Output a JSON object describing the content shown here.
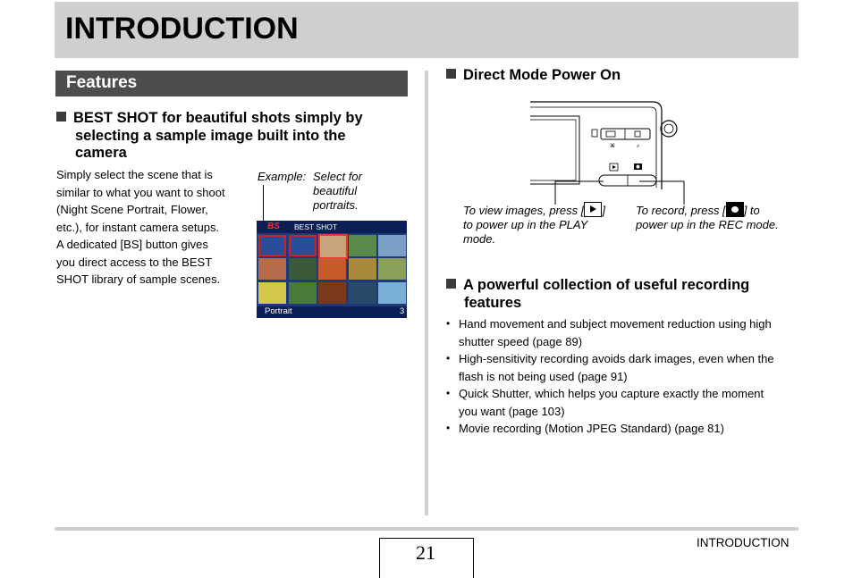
{
  "header": {
    "title": "INTRODUCTION"
  },
  "features_section": {
    "title": "Features"
  },
  "best_shot": {
    "heading_line1": "BEST SHOT for beautiful shots simply by",
    "heading_line2": "selecting a sample image built into the",
    "heading_line3": "camera",
    "body_lines": [
      "Simply select the scene that is",
      "similar to what you want to shoot",
      "(Night Scene Portrait, Flower,",
      "etc.), for instant camera setups.",
      "A dedicated [BS] button gives",
      "you direct access to the BEST",
      "SHOT library of sample scenes."
    ],
    "example_label": "Example:",
    "example_caption_lines": [
      "Select for",
      "beautiful",
      "portraits."
    ],
    "screen": {
      "bs_label": "BS",
      "best_shot_label": "BEST SHOT",
      "portrait_label": "Portrait",
      "number": "3"
    }
  },
  "direct_mode": {
    "heading": "Direct Mode Power On",
    "caption_left_lines": [
      "To view images, press [",
      "] to power up in the PLAY",
      "mode."
    ],
    "caption_left": {
      "line1_pre": "To view images, press [",
      "line1_post": "]",
      "line2": "to power up in the PLAY",
      "line3": "mode."
    },
    "caption_right": {
      "line1_pre": "To record, press [",
      "line1_post": "] to",
      "line2": "power up in the REC mode."
    },
    "play_icon": "play-icon",
    "camera_icon": "camera-icon"
  },
  "recording": {
    "heading_line1": "A powerful collection of useful recording",
    "heading_line2": "features",
    "bullets": [
      {
        "line1": "Hand movement and subject movement reduction using high",
        "line2": "shutter speed (page 89)"
      },
      {
        "line1": "High-sensitivity recording avoids dark images, even when the",
        "line2": "flash is not being used (page 91)"
      },
      {
        "line1": "Quick Shutter, which helps you capture exactly the moment",
        "line2": "you want (page 103)"
      },
      {
        "line1": "Movie recording (Motion JPEG Standard) (page 81)",
        "line2": ""
      }
    ]
  },
  "footer": {
    "page_number": "21",
    "label": "INTRODUCTION"
  }
}
